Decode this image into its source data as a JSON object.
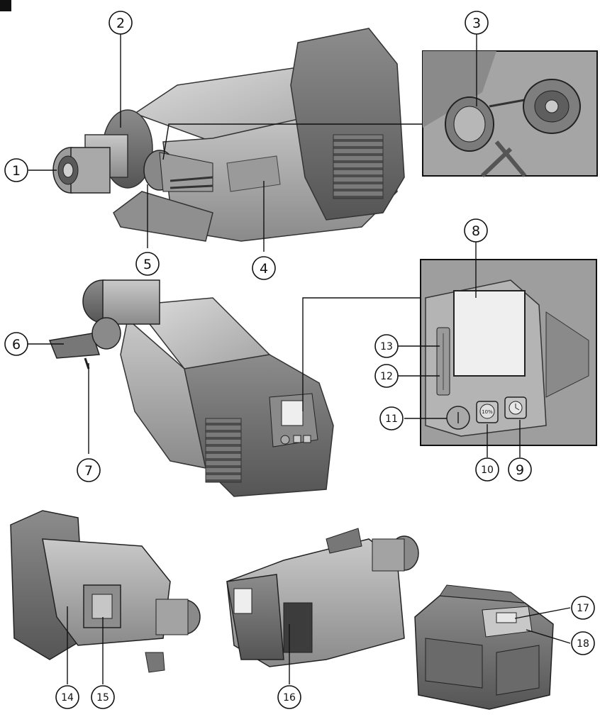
{
  "figure": {
    "callouts": [
      "1",
      "2",
      "3",
      "4",
      "5",
      "6",
      "7",
      "8",
      "9",
      "10",
      "11",
      "12",
      "13",
      "14",
      "15",
      "16",
      "17",
      "18"
    ],
    "button_label_10": "10%"
  },
  "colors": {
    "body": "#a8a8a8",
    "body_light": "#c6c6c6",
    "body_dark": "#6e6e6e",
    "outline": "#2a2a2a",
    "screen": "#efefef"
  }
}
